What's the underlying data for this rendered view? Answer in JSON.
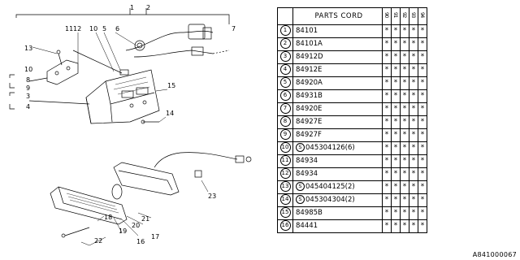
{
  "header": {
    "parts_cord": "PARTS CORD",
    "years": [
      "90",
      "91",
      "92",
      "93",
      "94"
    ]
  },
  "rows": [
    {
      "num": "1",
      "prefix": "",
      "code": "84101",
      "marks": [
        "*",
        "*",
        "*",
        "*",
        "*"
      ]
    },
    {
      "num": "2",
      "prefix": "",
      "code": "84101A",
      "marks": [
        "*",
        "*",
        "*",
        "*",
        "*"
      ]
    },
    {
      "num": "3",
      "prefix": "",
      "code": "84912D",
      "marks": [
        "*",
        "*",
        "*",
        "*",
        "*"
      ]
    },
    {
      "num": "4",
      "prefix": "",
      "code": "84912E",
      "marks": [
        "*",
        "*",
        "*",
        "*",
        "*"
      ]
    },
    {
      "num": "5",
      "prefix": "",
      "code": "84920A",
      "marks": [
        "*",
        "*",
        "*",
        "*",
        "*"
      ]
    },
    {
      "num": "6",
      "prefix": "",
      "code": "84931B",
      "marks": [
        "*",
        "*",
        "*",
        "*",
        "*"
      ]
    },
    {
      "num": "7",
      "prefix": "",
      "code": "84920E",
      "marks": [
        "*",
        "*",
        "*",
        "*",
        "*"
      ]
    },
    {
      "num": "8",
      "prefix": "",
      "code": "84927E",
      "marks": [
        "*",
        "*",
        "*",
        "*",
        "*"
      ]
    },
    {
      "num": "9",
      "prefix": "",
      "code": "84927F",
      "marks": [
        "*",
        "*",
        "*",
        "*",
        "*"
      ]
    },
    {
      "num": "10",
      "prefix": "S",
      "code": "045304126(6)",
      "marks": [
        "*",
        "*",
        "*",
        "*",
        "*"
      ]
    },
    {
      "num": "11",
      "prefix": "",
      "code": "84934",
      "marks": [
        "*",
        "*",
        "*",
        "*",
        "*"
      ]
    },
    {
      "num": "12",
      "prefix": "",
      "code": "84934",
      "marks": [
        "*",
        "*",
        "*",
        "*",
        "*"
      ]
    },
    {
      "num": "13",
      "prefix": "S",
      "code": "045404125(2)",
      "marks": [
        "*",
        "*",
        "*",
        "*",
        "*"
      ]
    },
    {
      "num": "14",
      "prefix": "S",
      "code": "045304304(2)",
      "marks": [
        "*",
        "*",
        "*",
        "*",
        "*"
      ]
    },
    {
      "num": "15",
      "prefix": "",
      "code": "84985B",
      "marks": [
        "*",
        "*",
        "*",
        "*",
        "*"
      ]
    },
    {
      "num": "16",
      "prefix": "",
      "code": "84441",
      "marks": [
        "*",
        "*",
        "*",
        "*",
        "*"
      ]
    }
  ],
  "callouts": {
    "c1": "1",
    "c2": "2",
    "c3": "3",
    "c4": "4",
    "c5": "5",
    "c6": "6",
    "c7": "7",
    "c8": "8",
    "c9": "9",
    "c10": "10",
    "c10b": "10",
    "c11": "11",
    "c12": "12",
    "c13": "13",
    "c14": "14",
    "c15": "15",
    "c16": "16",
    "c17": "17",
    "c18": "18",
    "c19": "19",
    "c20": "20",
    "c21": "21",
    "c22": "22",
    "c23": "23"
  },
  "diagram_id": "A841000067"
}
